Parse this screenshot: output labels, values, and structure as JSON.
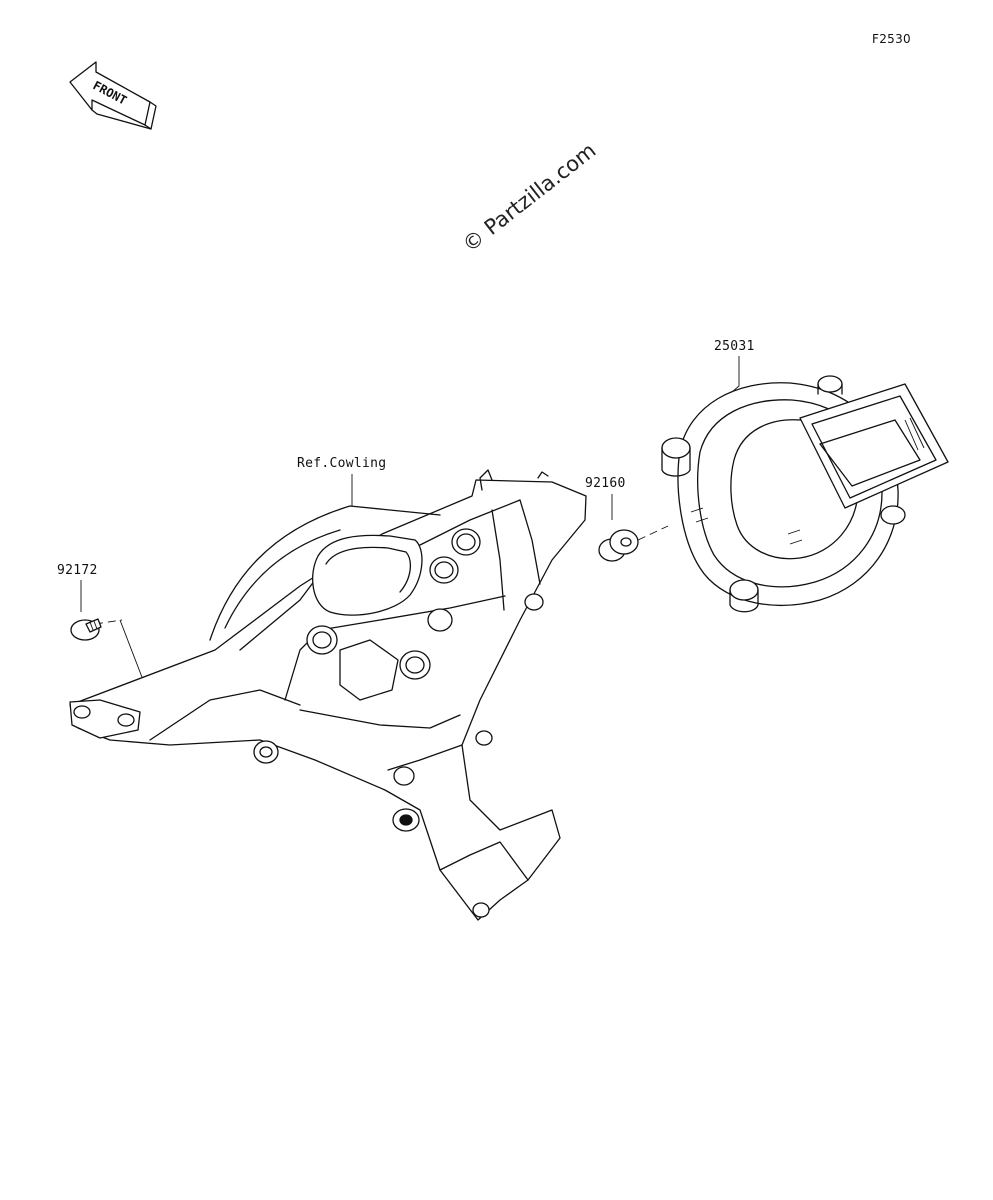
{
  "diagram": {
    "code": "F2530",
    "front_arrow_text": "FRONT",
    "watermark": "© Partzilla.com"
  },
  "parts": [
    {
      "number": "25031"
    },
    {
      "number": "92160"
    },
    {
      "number": "92172"
    }
  ],
  "references": {
    "cowling": "Ref.Cowling"
  }
}
